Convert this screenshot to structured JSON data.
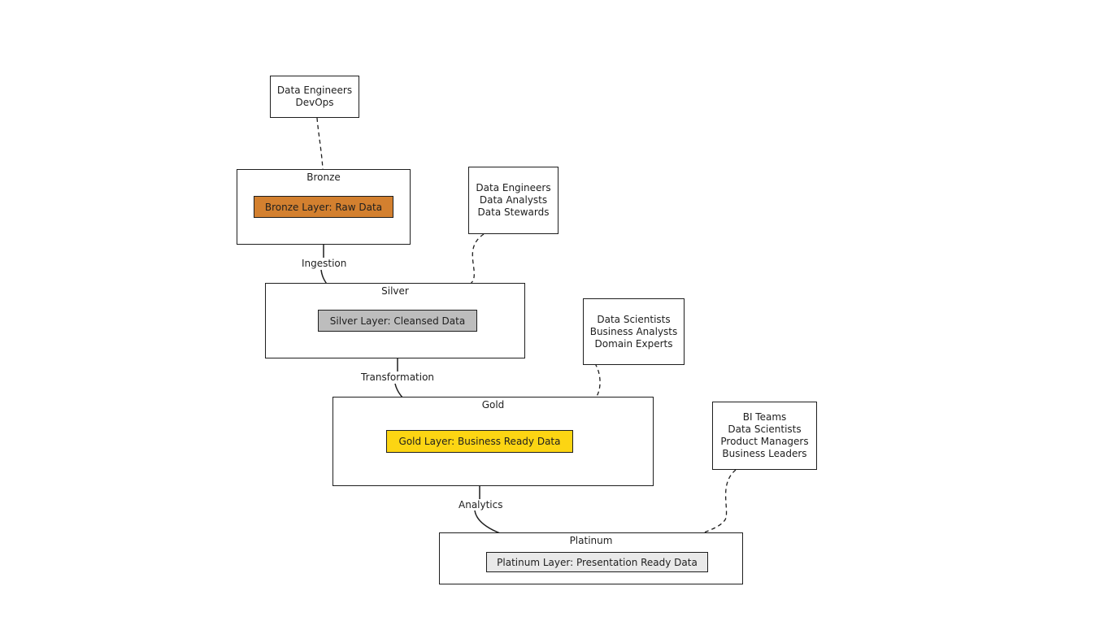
{
  "stages": {
    "bronze": {
      "title": "Bronze",
      "layer_label": "Bronze Layer: Raw Data",
      "layer_color": "#d3802f"
    },
    "silver": {
      "title": "Silver",
      "layer_label": "Silver Layer: Cleansed Data",
      "layer_color": "#bdbdbd"
    },
    "gold": {
      "title": "Gold",
      "layer_label": "Gold Layer: Business Ready Data",
      "layer_color": "#fcd513"
    },
    "platinum": {
      "title": "Platinum",
      "layer_label": "Platinum Layer: Presentation Ready Data",
      "layer_color": "#e9e9e9"
    }
  },
  "stakeholders": {
    "bronze": [
      "Data Engineers",
      "DevOps"
    ],
    "silver": [
      "Data Engineers",
      "Data Analysts",
      "Data Stewards"
    ],
    "gold": [
      "Data Scientists",
      "Business Analysts",
      "Domain Experts"
    ],
    "platinum": [
      "BI Teams",
      "Data Scientists",
      "Product Managers",
      "Business Leaders"
    ]
  },
  "flows": {
    "ingestion": "Ingestion",
    "transformation": "Transformation",
    "analytics": "Analytics"
  },
  "colors": {
    "stroke": "#1e1e1e",
    "background": "#ffffff"
  }
}
